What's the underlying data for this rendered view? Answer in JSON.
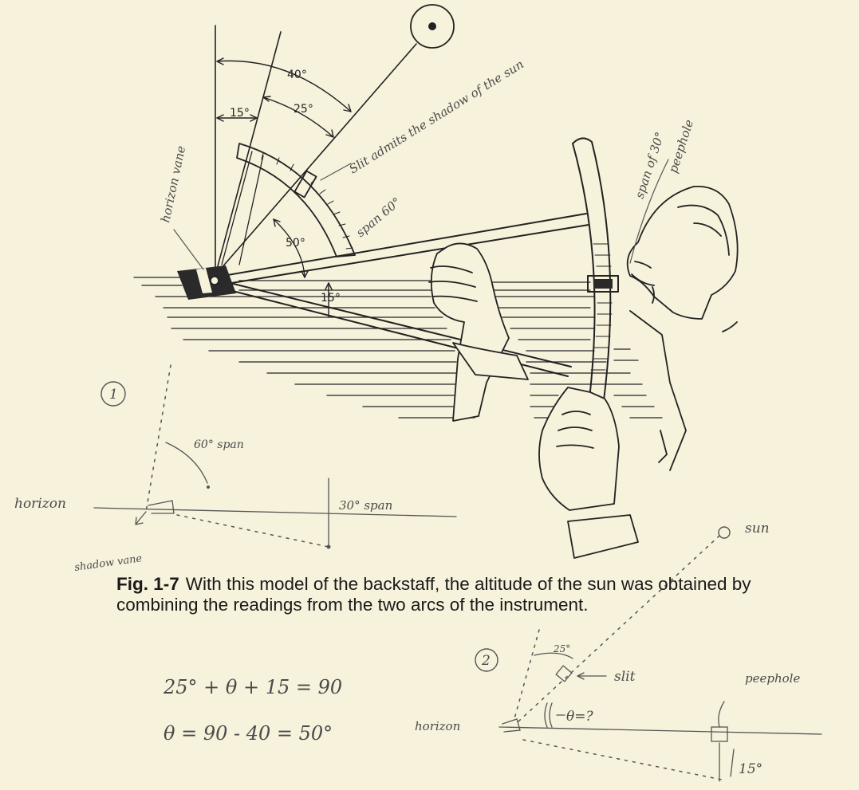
{
  "figure": {
    "angle_labels": {
      "a40": "40°",
      "a25": "25°",
      "a15_top": "15°",
      "a50": "50°",
      "a15_low": "15°"
    }
  },
  "caption": {
    "label": "Fig. 1-7",
    "text": "With this model of the backstaff, the altitude of the sun was obtained by combining the readings from the two arcs of the instrument."
  },
  "annotations": {
    "horizon_vane": "horizon vane",
    "slit_note": "Slit admits the shadow of the sun",
    "span_60": "span 60°",
    "span_30": "span of 30°",
    "peephole_top": "peephole",
    "circle_1": "1",
    "span_60_sketch": "60° span",
    "horizon_1": "horizon",
    "span_30_sketch": "30° span",
    "shadow_vane": "shadow vane",
    "sun": "sun",
    "circle_2": "2",
    "angle_25": "25°",
    "slit_label": "slit",
    "peephole_2": "peephole",
    "horizon_2": "horizon",
    "theta_q": "θ=?",
    "angle_15": "15°",
    "equation_1": "25° + θ + 15 = 90",
    "equation_2": "θ = 90 - 40 = 50°"
  }
}
